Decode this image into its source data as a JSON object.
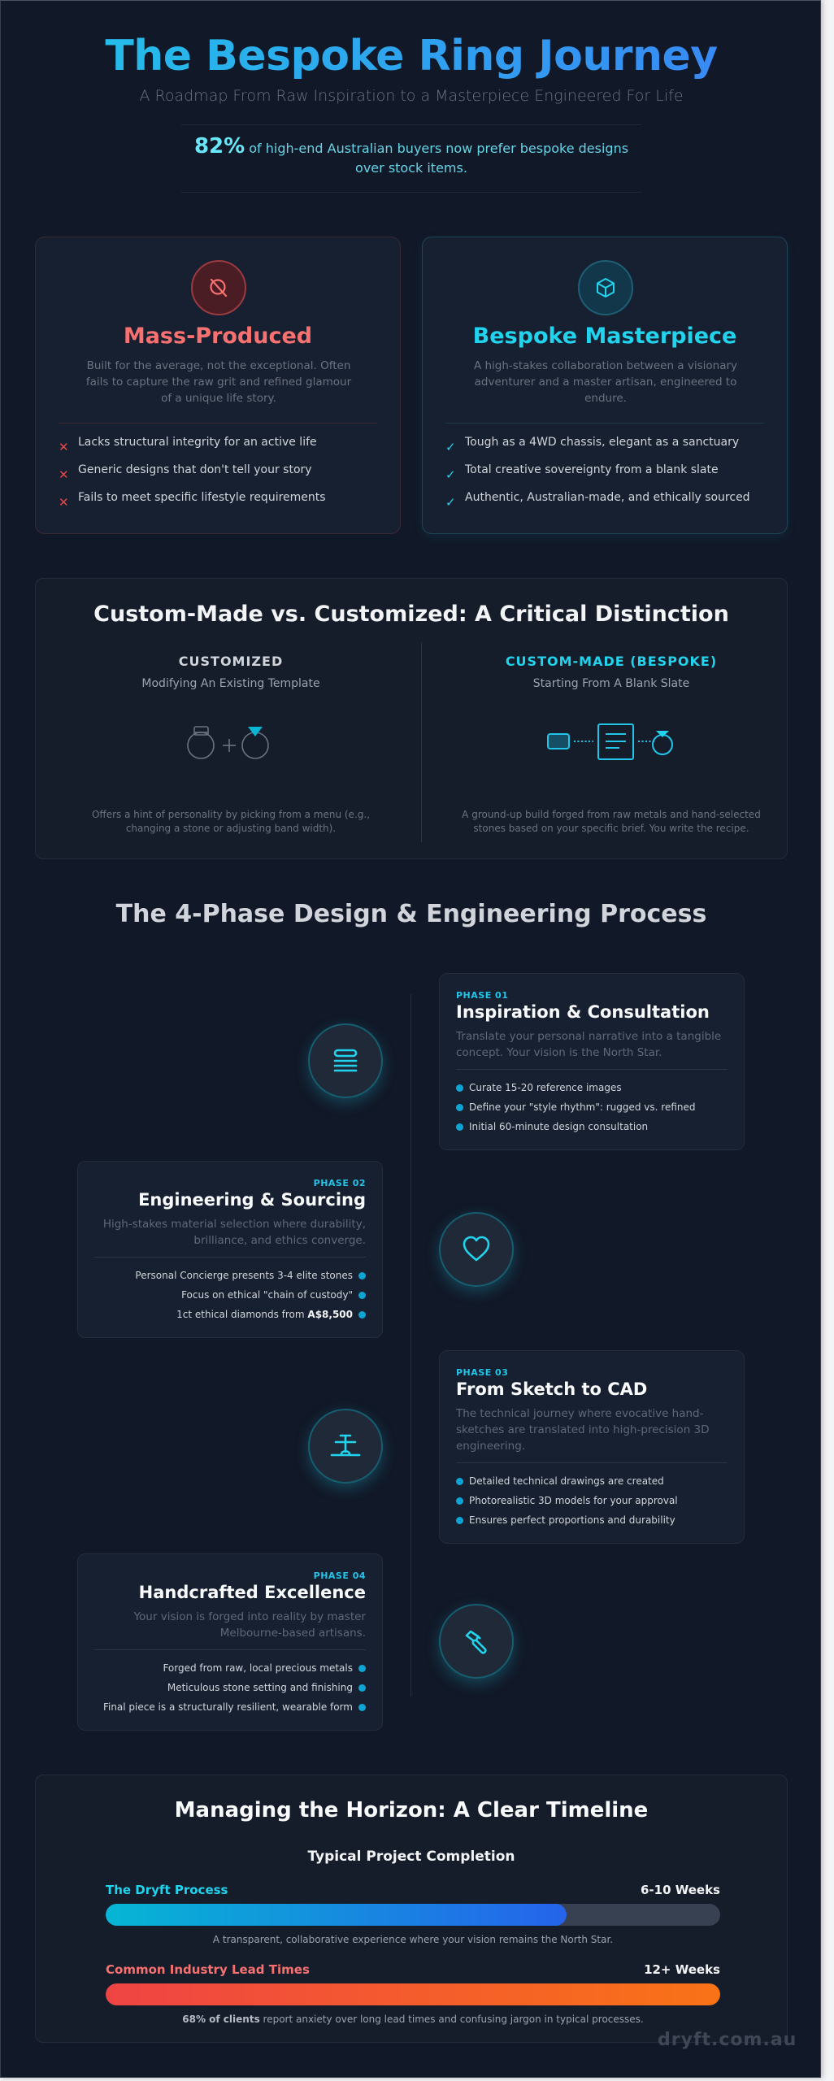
{
  "header": {
    "title": "The Bespoke Ring Journey",
    "subtitle": "A Roadmap From Raw Inspiration to a Masterpiece Engineered For Life",
    "stat_value": "82%",
    "stat_text": " of high-end Australian buyers now prefer bespoke designs over stock items."
  },
  "compare": {
    "mass": {
      "icon": "no-symbol-icon",
      "title": "Mass-Produced",
      "description": "Built for the average, not the exceptional. Often fails to capture the raw grit and refined glamour of a unique life story.",
      "items": [
        "Lacks structural integrity for an active life",
        "Generic designs that don't tell your story",
        "Fails to meet specific lifestyle requirements"
      ],
      "mark": "✕"
    },
    "bespoke": {
      "icon": "cube-icon",
      "title": "Bespoke Masterpiece",
      "description": "A high-stakes collaboration between a visionary adventurer and a master artisan, engineered to endure.",
      "items": [
        "Tough as a 4WD chassis, elegant as a sanctuary",
        "Total creative sovereignty from a blank slate",
        "Authentic, Australian-made, and ethically sourced"
      ],
      "mark": "✓"
    }
  },
  "distinction": {
    "title": "Custom-Made vs. Customized: A Critical Distinction",
    "customized": {
      "heading": "CUSTOMIZED",
      "subheading": "Modifying An Existing Template",
      "plus": "+",
      "description": "Offers a hint of personality by picking from a menu (e.g., changing a stone or adjusting band width)."
    },
    "custom_made": {
      "heading": "CUSTOM-MADE (BESPOKE)",
      "subheading": "Starting From A Blank Slate",
      "description": "A ground-up build forged from raw metals and hand-selected stones based on your specific brief. You write the recipe."
    }
  },
  "process": {
    "title": "The 4-Phase Design & Engineering Process",
    "phases": [
      {
        "tag": "PHASE 01",
        "title": "Inspiration & Consultation",
        "description": "Translate your personal narrative into a tangible concept. Your vision is the North Star.",
        "items": [
          "Curate 15-20 reference images",
          "Define your \"style rhythm\": rugged vs. refined",
          "Initial 60-minute design consultation"
        ],
        "icon": "stack-icon"
      },
      {
        "tag": "PHASE 02",
        "title": "Engineering & Sourcing",
        "description": "High-stakes material selection where durability, brilliance, and ethics converge.",
        "items": [
          "Personal Concierge presents 3-4 elite stones",
          "Focus on ethical \"chain of custody\"",
          "1ct ethical diamonds from "
        ],
        "item3_bold": "A$8,500",
        "icon": "heart-icon"
      },
      {
        "tag": "PHASE 03",
        "title": "From Sketch to CAD",
        "description": "The technical journey where evocative hand-sketches are translated into high-precision 3D engineering.",
        "items": [
          "Detailed technical drawings are created",
          "Photorealistic 3D models for your approval",
          "Ensures perfect proportions and durability"
        ],
        "icon": "drafting-tool-icon"
      },
      {
        "tag": "PHASE 04",
        "title": "Handcrafted Excellence",
        "description": "Your vision is forged into reality by master Melbourne-based artisans.",
        "items": [
          "Forged from raw, local precious metals",
          "Meticulous stone setting and finishing",
          "Final piece is a structurally resilient, wearable form"
        ],
        "icon": "chisel-icon"
      }
    ]
  },
  "horizon": {
    "title": "Managing the Horizon: A Clear Timeline",
    "subtitle": "Typical Project Completion",
    "bars": [
      {
        "label": "The Dryft Process",
        "value": "6-10 Weeks",
        "percent": 75,
        "label_color": "#22d3ee",
        "note": "A transparent, collaborative experience where your vision remains the North Star."
      },
      {
        "label": "Common Industry Lead Times",
        "value": "12+ Weeks",
        "percent": 100,
        "label_color": "#f87171",
        "note_bold": "68% of clients",
        "note": " report anxiety over long lead times and confusing jargon in typical processes."
      }
    ]
  },
  "footer": {
    "brand": "dryft.com.au"
  },
  "colors": {
    "bg": "#111827",
    "cyan": "#22d3ee",
    "blue": "#3b82f6",
    "red": "#f87171",
    "orange": "#f97316"
  }
}
